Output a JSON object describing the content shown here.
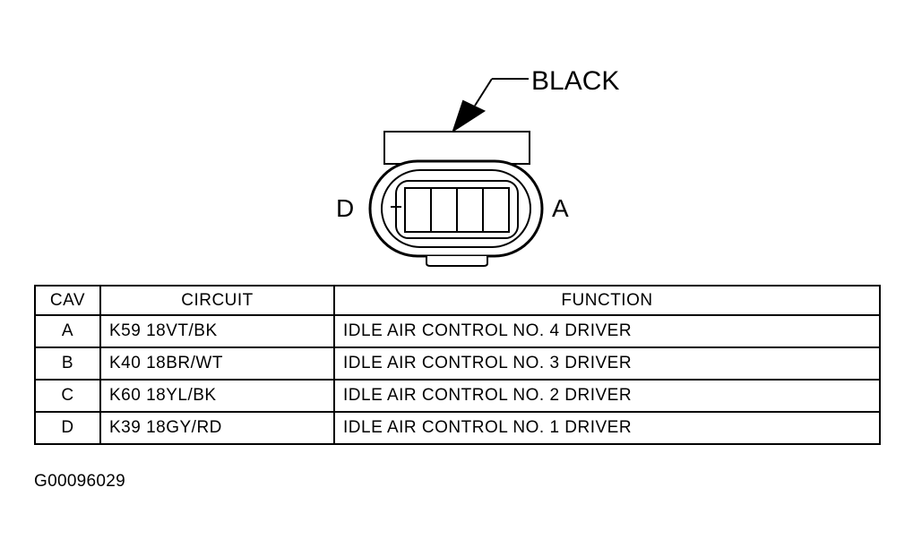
{
  "connector": {
    "color_label": "BLACK",
    "left_label": "D",
    "right_label": "A"
  },
  "table": {
    "headers": {
      "cav": "CAV",
      "circuit": "CIRCUIT",
      "function": "FUNCTION"
    },
    "rows": [
      {
        "cav": "A",
        "circuit": "K59 18VT/BK",
        "function": "IDLE AIR CONTROL NO. 4 DRIVER"
      },
      {
        "cav": "B",
        "circuit": "K40 18BR/WT",
        "function": "IDLE AIR CONTROL NO. 3 DRIVER"
      },
      {
        "cav": "C",
        "circuit": "K60 18YL/BK",
        "function": "IDLE AIR CONTROL NO. 2 DRIVER"
      },
      {
        "cav": "D",
        "circuit": "K39 18GY/RD",
        "function": "IDLE AIR CONTROL NO. 1 DRIVER"
      }
    ]
  },
  "figure_id": "G00096029"
}
